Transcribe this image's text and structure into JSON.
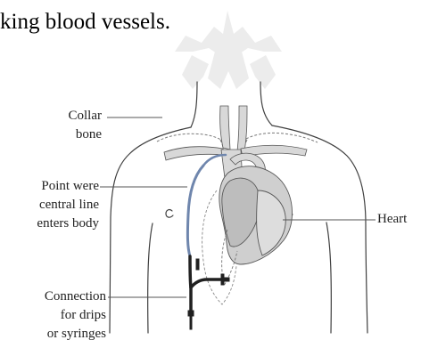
{
  "caption": {
    "text": "king blood vessels."
  },
  "labels": {
    "collar_bone_line1": "Collar",
    "collar_bone_line2": "bone",
    "entry_line1": "Point were",
    "entry_line2": "central line",
    "entry_line3": "enters body",
    "connection_line1": "Connection",
    "connection_line2": "for drips",
    "connection_line3": "or syringes",
    "heart": "Heart"
  },
  "colors": {
    "outline": "#3f3f3f",
    "heart_fill": "#cfcfcf",
    "vessel_fill": "#d8d8d8",
    "catheter_blue": "#6f86ad",
    "catheter_dark": "#202020",
    "watermark": "#e8e8e8"
  }
}
